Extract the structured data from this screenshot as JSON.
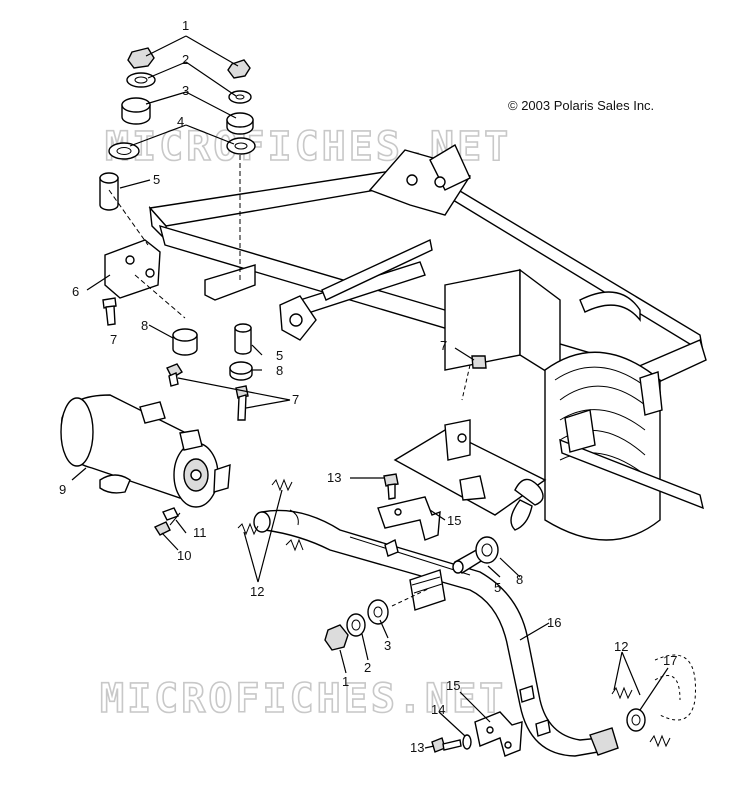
{
  "copyright": "© 2003 Polaris Sales Inc.",
  "watermark": "MICROFICHES.NET",
  "callouts": [
    "1",
    "2",
    "3",
    "4",
    "5",
    "6",
    "7",
    "8",
    "9",
    "10",
    "11",
    "12",
    "13",
    "14",
    "15",
    "16",
    "17"
  ]
}
